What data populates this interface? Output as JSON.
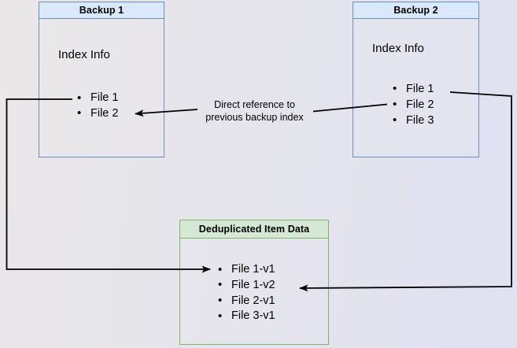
{
  "diagram": {
    "backup1": {
      "title": "Backup 1",
      "index_label": "Index Info",
      "files": [
        "File 1",
        "File 2"
      ]
    },
    "backup2": {
      "title": "Backup 2",
      "index_label": "Index Info",
      "files": [
        "File 1",
        "File 2",
        "File 3"
      ]
    },
    "dedup": {
      "title": "Deduplicated Item Data",
      "items": [
        "File 1-v1",
        "File 1-v2",
        "File 2-v1",
        "File 3-v1"
      ]
    },
    "annotation": {
      "line1": "Direct reference to",
      "line2": "previous backup index"
    },
    "colors": {
      "backup_fill": "#dae8fc",
      "backup_border": "#6c8ebf",
      "dedup_fill": "#d5e8d4",
      "dedup_border": "#82b366",
      "connector": "#000000",
      "background_left": "#e9e7e8",
      "background_right": "#e0e2f2"
    }
  }
}
